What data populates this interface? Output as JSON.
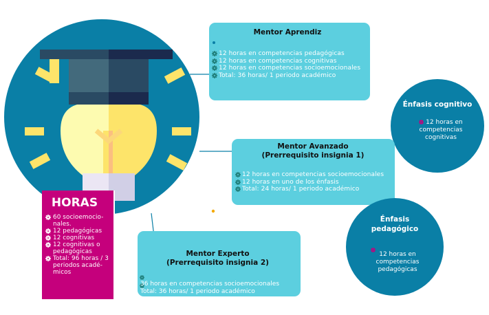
{
  "colors": {
    "circle_blue": "#0a7fa6",
    "box_cyan": "#5ccfdf",
    "magenta": "#c5007c",
    "gear_green": "#1f7d78",
    "bulb_light": "#fdfbb0",
    "bulb_yellow": "#fde46a",
    "cap_dark": "#1b2a4d",
    "cap_mid": "#2a4a63",
    "cap_light": "#436a7c",
    "orange_dot": "#f4a900"
  },
  "mentor_aprendiz": {
    "title": "Mentor Aprendiz",
    "items": [
      "12 horas en competencias pedagógicas",
      "12 horas en competencias cognitivas",
      "12 horas en competencias socioemocionales",
      "Total: 36 horas/ 1 periodo académico"
    ]
  },
  "mentor_avanzado": {
    "title_line1": "Mentor Avanzado",
    "title_line2": "(Prerrequisito insignia 1)",
    "items": [
      "12  horas en competencias socioemocionales",
      "12  horas en uno de los énfasis",
      "Total: 24 horas/ 1 periodo académico"
    ]
  },
  "mentor_experto": {
    "title_line1": "Mentor Experto",
    "title_line2": "(Prerrequisito insignia 2)",
    "items": [
      "36 horas en competencias socioemocionales",
      "Total: 36 horas/ 1 periodo académico"
    ]
  },
  "horas": {
    "title": "HORAS",
    "items": [
      "60 socioemocio-nales.",
      "12 pedagógicas",
      "12 cognitivas",
      "12 cognitivas o pedagógicas",
      "Total: 96 horas / 3 periodos acadé-micos"
    ]
  },
  "enfasis_cognitivo": {
    "title": "Énfasis cognitivo",
    "text_line1": "12 horas en",
    "text_line2": "competencias",
    "text_line3": "cognitivas"
  },
  "enfasis_pedagogico": {
    "title_line1": "Énfasis",
    "title_line2": "pedagógico",
    "text_line1": "12 horas en",
    "text_line2": "competencias",
    "text_line3": "pedagógicas"
  }
}
